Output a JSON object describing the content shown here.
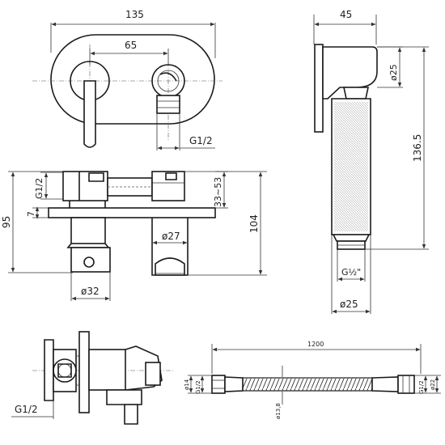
{
  "dimensions": {
    "d135": "135",
    "d65": "65",
    "g12_top": "G1/2",
    "d45": "45",
    "dia25_top": "ø25",
    "d1365": "136.5",
    "g12_left": "G1/2",
    "d95": "95",
    "d7": "7",
    "d3353": "33~53",
    "d104": "104",
    "dia27": "ø27",
    "dia32": "ø32",
    "g12_bottom_left": "G1/2",
    "g12_handshower": "G½\"",
    "dia25_bottom": "ø25",
    "d1200": "1200",
    "dia14_left": "ø14",
    "g12_hose_left": "G1/2",
    "dia138": "ø13,8",
    "g12_hose_right": "G1/2",
    "dia22": "ø22"
  }
}
